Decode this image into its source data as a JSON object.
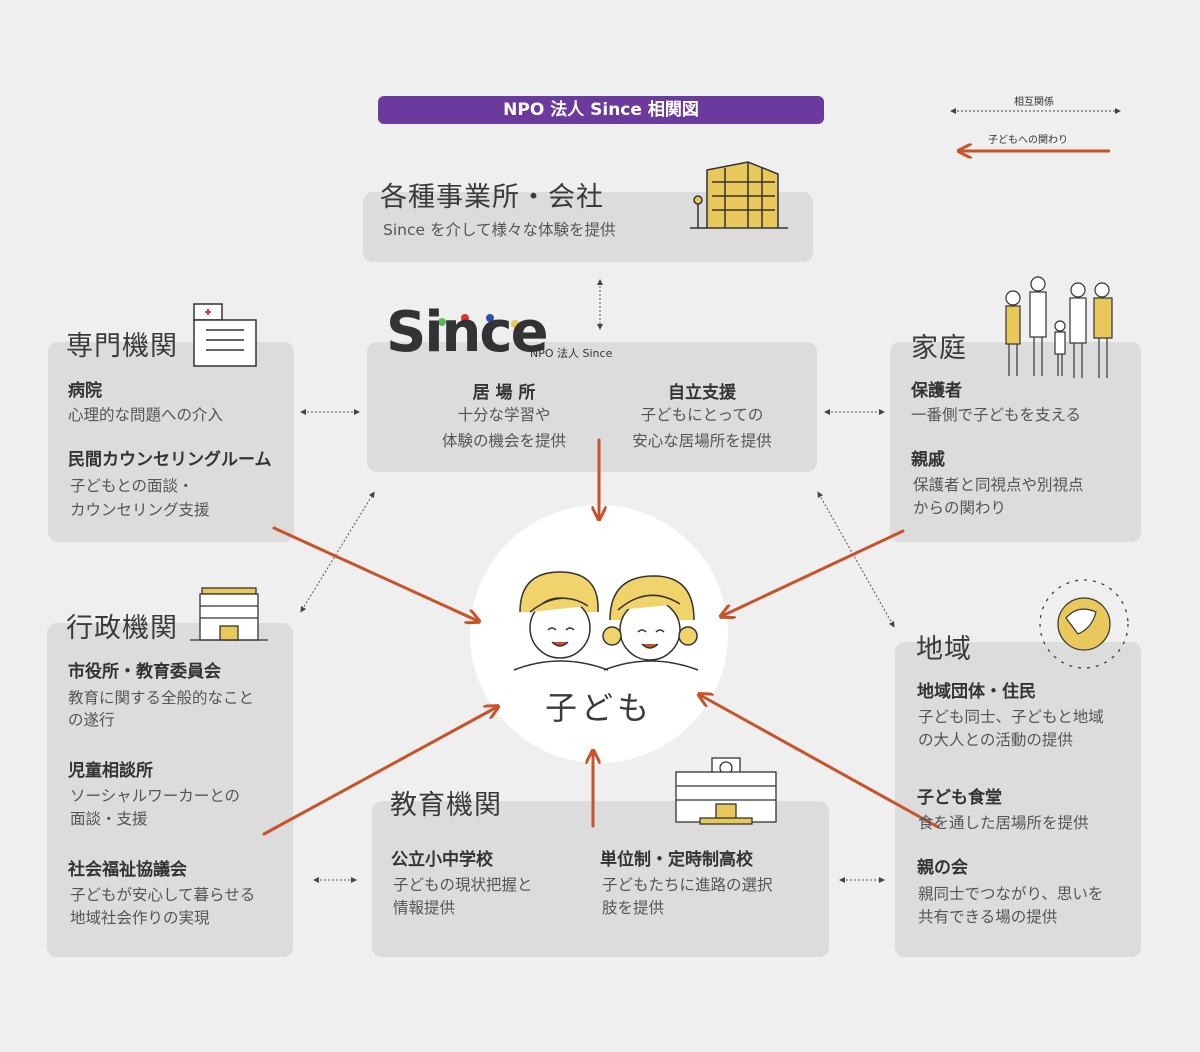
{
  "title": "NPO 法人 Since 相関図",
  "legend": {
    "mutual": "相互関係",
    "to_child": "子どもへの関わり"
  },
  "colors": {
    "title_bg": "#6a3a9c",
    "arrow": "#c8522a",
    "box": "#dcdcdc",
    "background": "#efefef"
  },
  "company": {
    "heading": "各種事業所・会社",
    "desc": "Since を介して様々な体験を提供"
  },
  "since": {
    "logo": "Since",
    "logo_sub": "NPO 法人 Since",
    "items": [
      {
        "title": "居 場 所",
        "desc1": "十分な学習や",
        "desc2": "体験の機会を提供"
      },
      {
        "title": "自立支援",
        "desc1": "子どもにとっての",
        "desc2": "安心な居場所を提供"
      }
    ]
  },
  "specialist": {
    "heading": "専門機関",
    "items": [
      {
        "title": "病院",
        "desc1": "心理的な問題への介入",
        "desc2": ""
      },
      {
        "title": "民間カウンセリングルーム",
        "desc1": "子どもとの面談・",
        "desc2": "カウンセリング支援"
      }
    ]
  },
  "family": {
    "heading": "家庭",
    "items": [
      {
        "title": "保護者",
        "desc1": "一番側で子どもを支える",
        "desc2": ""
      },
      {
        "title": "親戚",
        "desc1": "保護者と同視点や別視点",
        "desc2": "からの関わり"
      }
    ]
  },
  "admin": {
    "heading": "行政機関",
    "items": [
      {
        "title": "市役所・教育委員会",
        "desc1": "教育に関する全般的なこと",
        "desc2": "の遂行"
      },
      {
        "title": "児童相談所",
        "desc1": "ソーシャルワーカーとの",
        "desc2": "面談・支援"
      },
      {
        "title": "社会福祉協議会",
        "desc1": "子どもが安心して暮らせる",
        "desc2": "地域社会作りの実現"
      }
    ]
  },
  "region": {
    "heading": "地域",
    "items": [
      {
        "title": "地域団体・住民",
        "desc1": "子ども同士、子どもと地域",
        "desc2": "の大人との活動の提供"
      },
      {
        "title": "子ども食堂",
        "desc1": "食を通した居場所を提供",
        "desc2": ""
      },
      {
        "title": "親の会",
        "desc1": "親同士でつながり、思いを",
        "desc2": "共有できる場の提供"
      }
    ]
  },
  "education": {
    "heading": "教育機関",
    "items": [
      {
        "title": "公立小中学校",
        "desc1": "子どもの現状把握と",
        "desc2": "情報提供"
      },
      {
        "title": "単位制・定時制高校",
        "desc1": "子どもたちに進路の選択",
        "desc2": "肢を提供"
      }
    ]
  },
  "child": {
    "label": "子ども"
  },
  "icons": [
    "office-building-icon",
    "hospital-icon",
    "family-icon",
    "city-hall-icon",
    "globe-people-icon",
    "school-icon",
    "children-faces-icon"
  ]
}
